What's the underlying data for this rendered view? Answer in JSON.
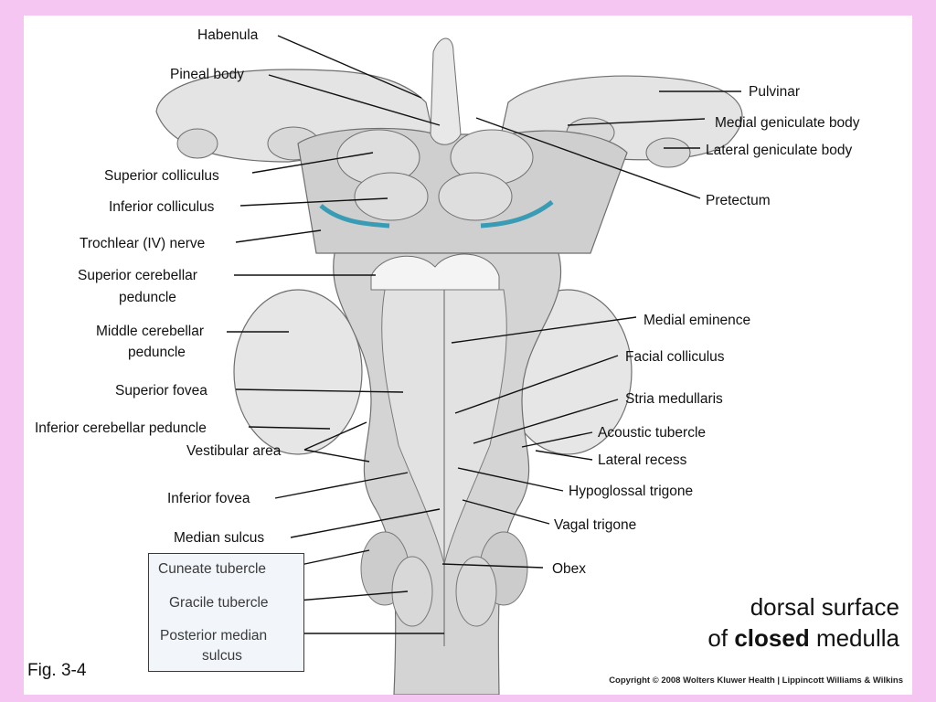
{
  "labels": {
    "habenula": "Habenula",
    "pineal_body": "Pineal body",
    "superior_colliculus": "Superior colliculus",
    "inferior_colliculus": "Inferior colliculus",
    "trochlear_nerve": "Trochlear (IV) nerve",
    "superior_cerebellar_1": "Superior cerebellar",
    "superior_cerebellar_2": "peduncle",
    "middle_cerebellar_1": "Middle cerebellar",
    "middle_cerebellar_2": "peduncle",
    "superior_fovea": "Superior fovea",
    "inferior_cerebellar": "Inferior cerebellar peduncle",
    "vestibular_area": "Vestibular area",
    "inferior_fovea": "Inferior fovea",
    "median_sulcus": "Median sulcus",
    "cuneate_tubercle": "Cuneate tubercle",
    "gracile_tubercle": "Gracile tubercle",
    "posterior_median_1": "Posterior median",
    "posterior_median_2": "sulcus",
    "pulvinar": "Pulvinar",
    "medial_geniculate": "Medial geniculate body",
    "lateral_geniculate": "Lateral geniculate body",
    "pretectum": "Pretectum",
    "medial_eminence": "Medial eminence",
    "facial_colliculus": "Facial colliculus",
    "stria_medullaris": "Stria medullaris",
    "acoustic_tubercle": "Acoustic tubercle",
    "lateral_recess": "Lateral recess",
    "hypoglossal_trigone": "Hypoglossal trigone",
    "vagal_trigone": "Vagal trigone",
    "obex": "Obex"
  },
  "caption": {
    "line1": "dorsal surface",
    "line2_prefix": "of",
    "line2_bold": "closed",
    "line2_suffix": "medulla"
  },
  "figure_label": "Fig. 3-4",
  "copyright": "Copyright © 2008 Wolters Kluwer Health | Lippincott Williams & Wilkins",
  "colors": {
    "page_background": "#f4c6f1",
    "slide_background": "#ffffff",
    "trochlear_band": "#3a9bb5",
    "tissue": "#d9d9d9"
  }
}
